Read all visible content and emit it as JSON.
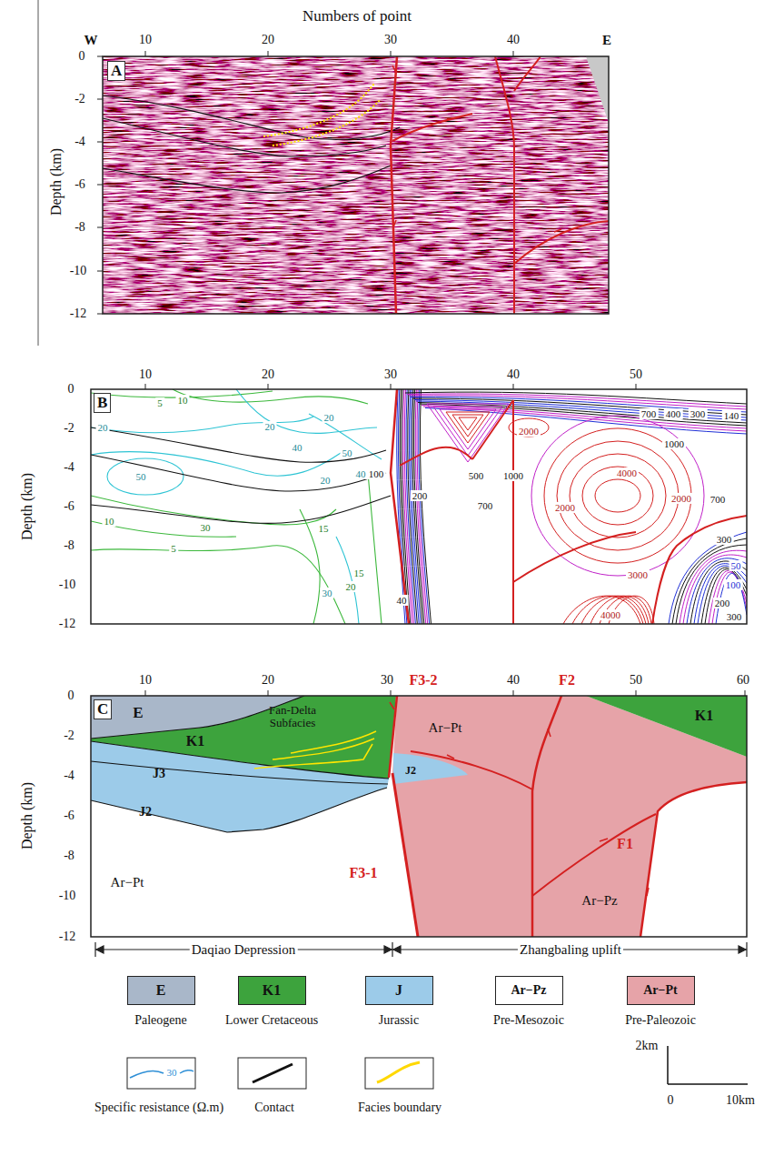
{
  "diagram": {
    "nodes": [
      {
        "text": [
          "A"
        ]
      },
      {
        "text": [
          "B"
        ]
      },
      {
        "text": [
          "C"
        ]
      }
    ],
    "labels": [
      "Numbers of point",
      "W",
      "10",
      "20",
      "30",
      "40",
      "E",
      "0",
      "-2",
      "-4",
      "-6",
      "-8",
      "-10",
      "-12",
      "Depth (km)",
      "10",
      "20",
      "30",
      "40",
      "50",
      "0",
      "-2",
      "-4",
      "-6",
      "-8",
      "-10",
      "-12",
      "Depth (km)",
      "5",
      "10",
      "20",
      "20",
      "40",
      "50",
      "50",
      "20",
      "40",
      "100",
      "20",
      "30",
      "15",
      "10",
      "5",
      "15",
      "30",
      "20",
      "2000",
      "200",
      "500",
      "1000",
      "700",
      "2000",
      "4000",
      "2000",
      "1000",
      "700",
      "3000",
      "4000",
      "700",
      "400",
      "300",
      "140",
      "300",
      "50",
      "100",
      "200",
      "300",
      "40",
      "10",
      "20",
      "30",
      "40",
      "50",
      "60",
      "0",
      "-2",
      "-4",
      "-6",
      "-8",
      "-10",
      "-12",
      "Depth (km)",
      "E",
      "K1",
      "Fan-Delta Subfacies",
      "J3",
      "J2",
      "J2",
      "Ar−Pt",
      "Ar−Pt",
      "Ar−Pz",
      "K1",
      "F3-2",
      "F2",
      "F1",
      "F3-1",
      "Daqiao Depression",
      "Zhangbaling uplift",
      "E",
      "K1",
      "J",
      "Ar−Pz",
      "Ar−Pt",
      "30",
      "2km",
      "0",
      "10km"
    ],
    "legend": [
      {
        "text": "Paleogene",
        "color": "#a9b7c9"
      },
      {
        "text": "Lower Cretaceous",
        "color": "#3da33d"
      },
      {
        "text": "Jurassic",
        "color": "#9ccbe9"
      },
      {
        "text": "Pre-Mesozoic",
        "color": "#ffffff"
      },
      {
        "text": "Pre-Paleozoic",
        "color": "#e6a3a8"
      },
      {
        "text": "Specific resistance (Ω.m)"
      },
      {
        "text": "Contact"
      },
      {
        "text": "Facies boundary"
      }
    ]
  }
}
